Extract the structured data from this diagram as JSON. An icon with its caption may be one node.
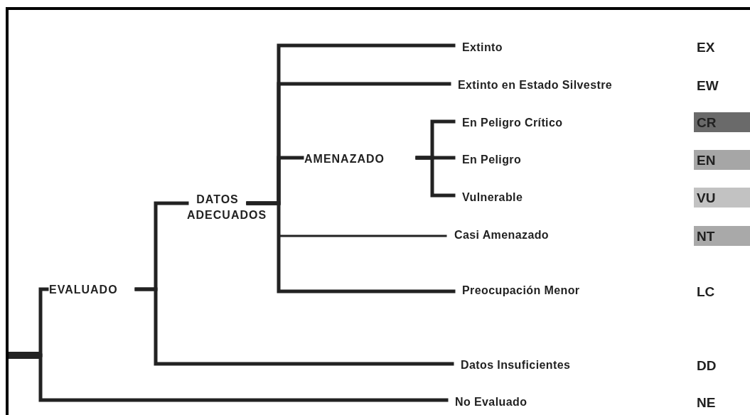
{
  "diagram": {
    "nodes": [
      {
        "text": [],
        "shape": "bar"
      },
      {
        "text": [
          "EVALUADO"
        ]
      },
      {
        "text": [
          "DATOS ADECUADOS"
        ]
      },
      {
        "text": [
          "Extinto"
        ]
      },
      {
        "text": [
          "Extinto en Estado Silvestre"
        ]
      },
      {
        "text": [
          "AMENAZADO"
        ]
      },
      {
        "text": [
          "En Peligro Crítico"
        ]
      },
      {
        "text": [
          "En Peligro"
        ]
      },
      {
        "text": [
          "Vulnerable"
        ]
      },
      {
        "text": [
          "Casi Amenazado"
        ]
      },
      {
        "text": [
          "Preocupación Menor"
        ]
      },
      {
        "text": [
          "Datos Insuficientes"
        ]
      },
      {
        "text": [
          "No Evaluado"
        ]
      }
    ],
    "edges": [
      {
        "from": 0,
        "to": 1,
        "arrow": "none"
      },
      {
        "from": 0,
        "to": 12,
        "arrow": "none"
      },
      {
        "from": 1,
        "to": 2,
        "arrow": "none"
      },
      {
        "from": 1,
        "to": 11,
        "arrow": "none"
      },
      {
        "from": 2,
        "to": 3,
        "arrow": "none"
      },
      {
        "from": 2,
        "to": 4,
        "arrow": "none"
      },
      {
        "from": 2,
        "to": 5,
        "arrow": "none"
      },
      {
        "from": 2,
        "to": 9,
        "arrow": "none"
      },
      {
        "from": 2,
        "to": 10,
        "arrow": "none"
      },
      {
        "from": 5,
        "to": 6,
        "arrow": "none"
      },
      {
        "from": 5,
        "to": 7,
        "arrow": "none"
      },
      {
        "from": 5,
        "to": 8,
        "arrow": "none"
      }
    ],
    "labels": [
      "EX",
      "EW",
      "CR",
      "EN",
      "VU",
      "NT",
      "LC",
      "DD",
      "NE"
    ]
  }
}
